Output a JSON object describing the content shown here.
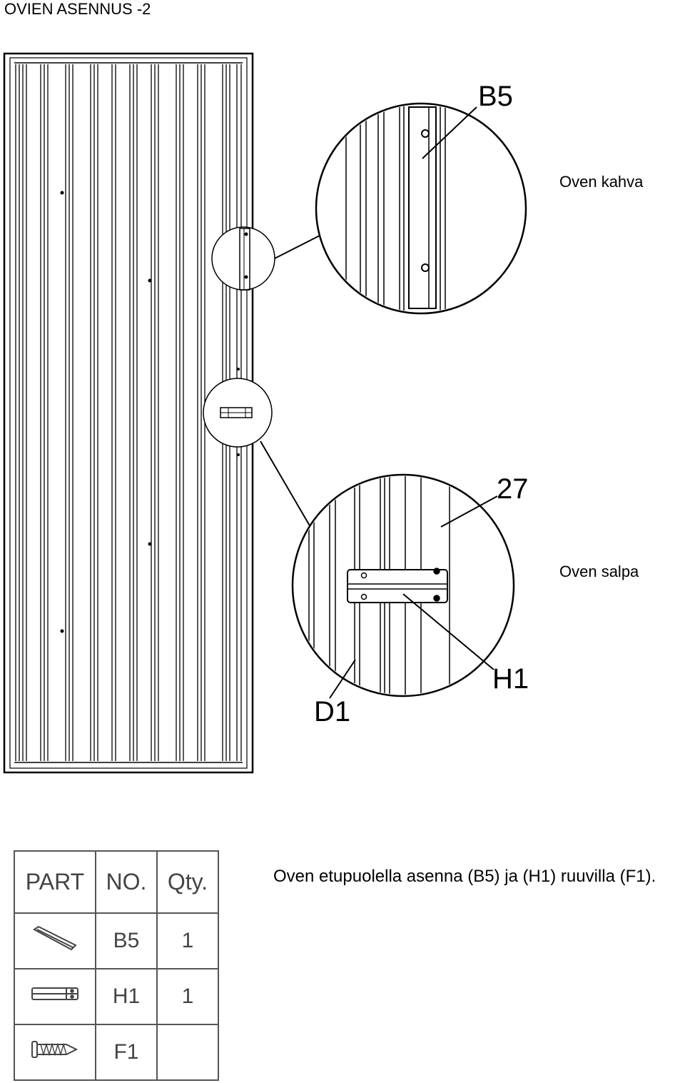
{
  "page_title": "OVIEN ASENNUS -2",
  "notes": {
    "handle": "Oven kahva",
    "latch": "Oven salpa",
    "instruction": "Oven etupuolella asenna (B5) ja (H1) ruuvilla (F1)."
  },
  "callouts": {
    "b5": "B5",
    "part27": "27",
    "h1": "H1",
    "d1": "D1"
  },
  "parts_table": {
    "headers": [
      "PART",
      "NO.",
      "Qty."
    ],
    "rows": [
      {
        "icon": "handle-bar-icon",
        "no": "B5",
        "qty": "1"
      },
      {
        "icon": "latch-bolt-icon",
        "no": "H1",
        "qty": "1"
      },
      {
        "icon": "screw-icon",
        "no": "F1",
        "qty": ""
      }
    ]
  }
}
